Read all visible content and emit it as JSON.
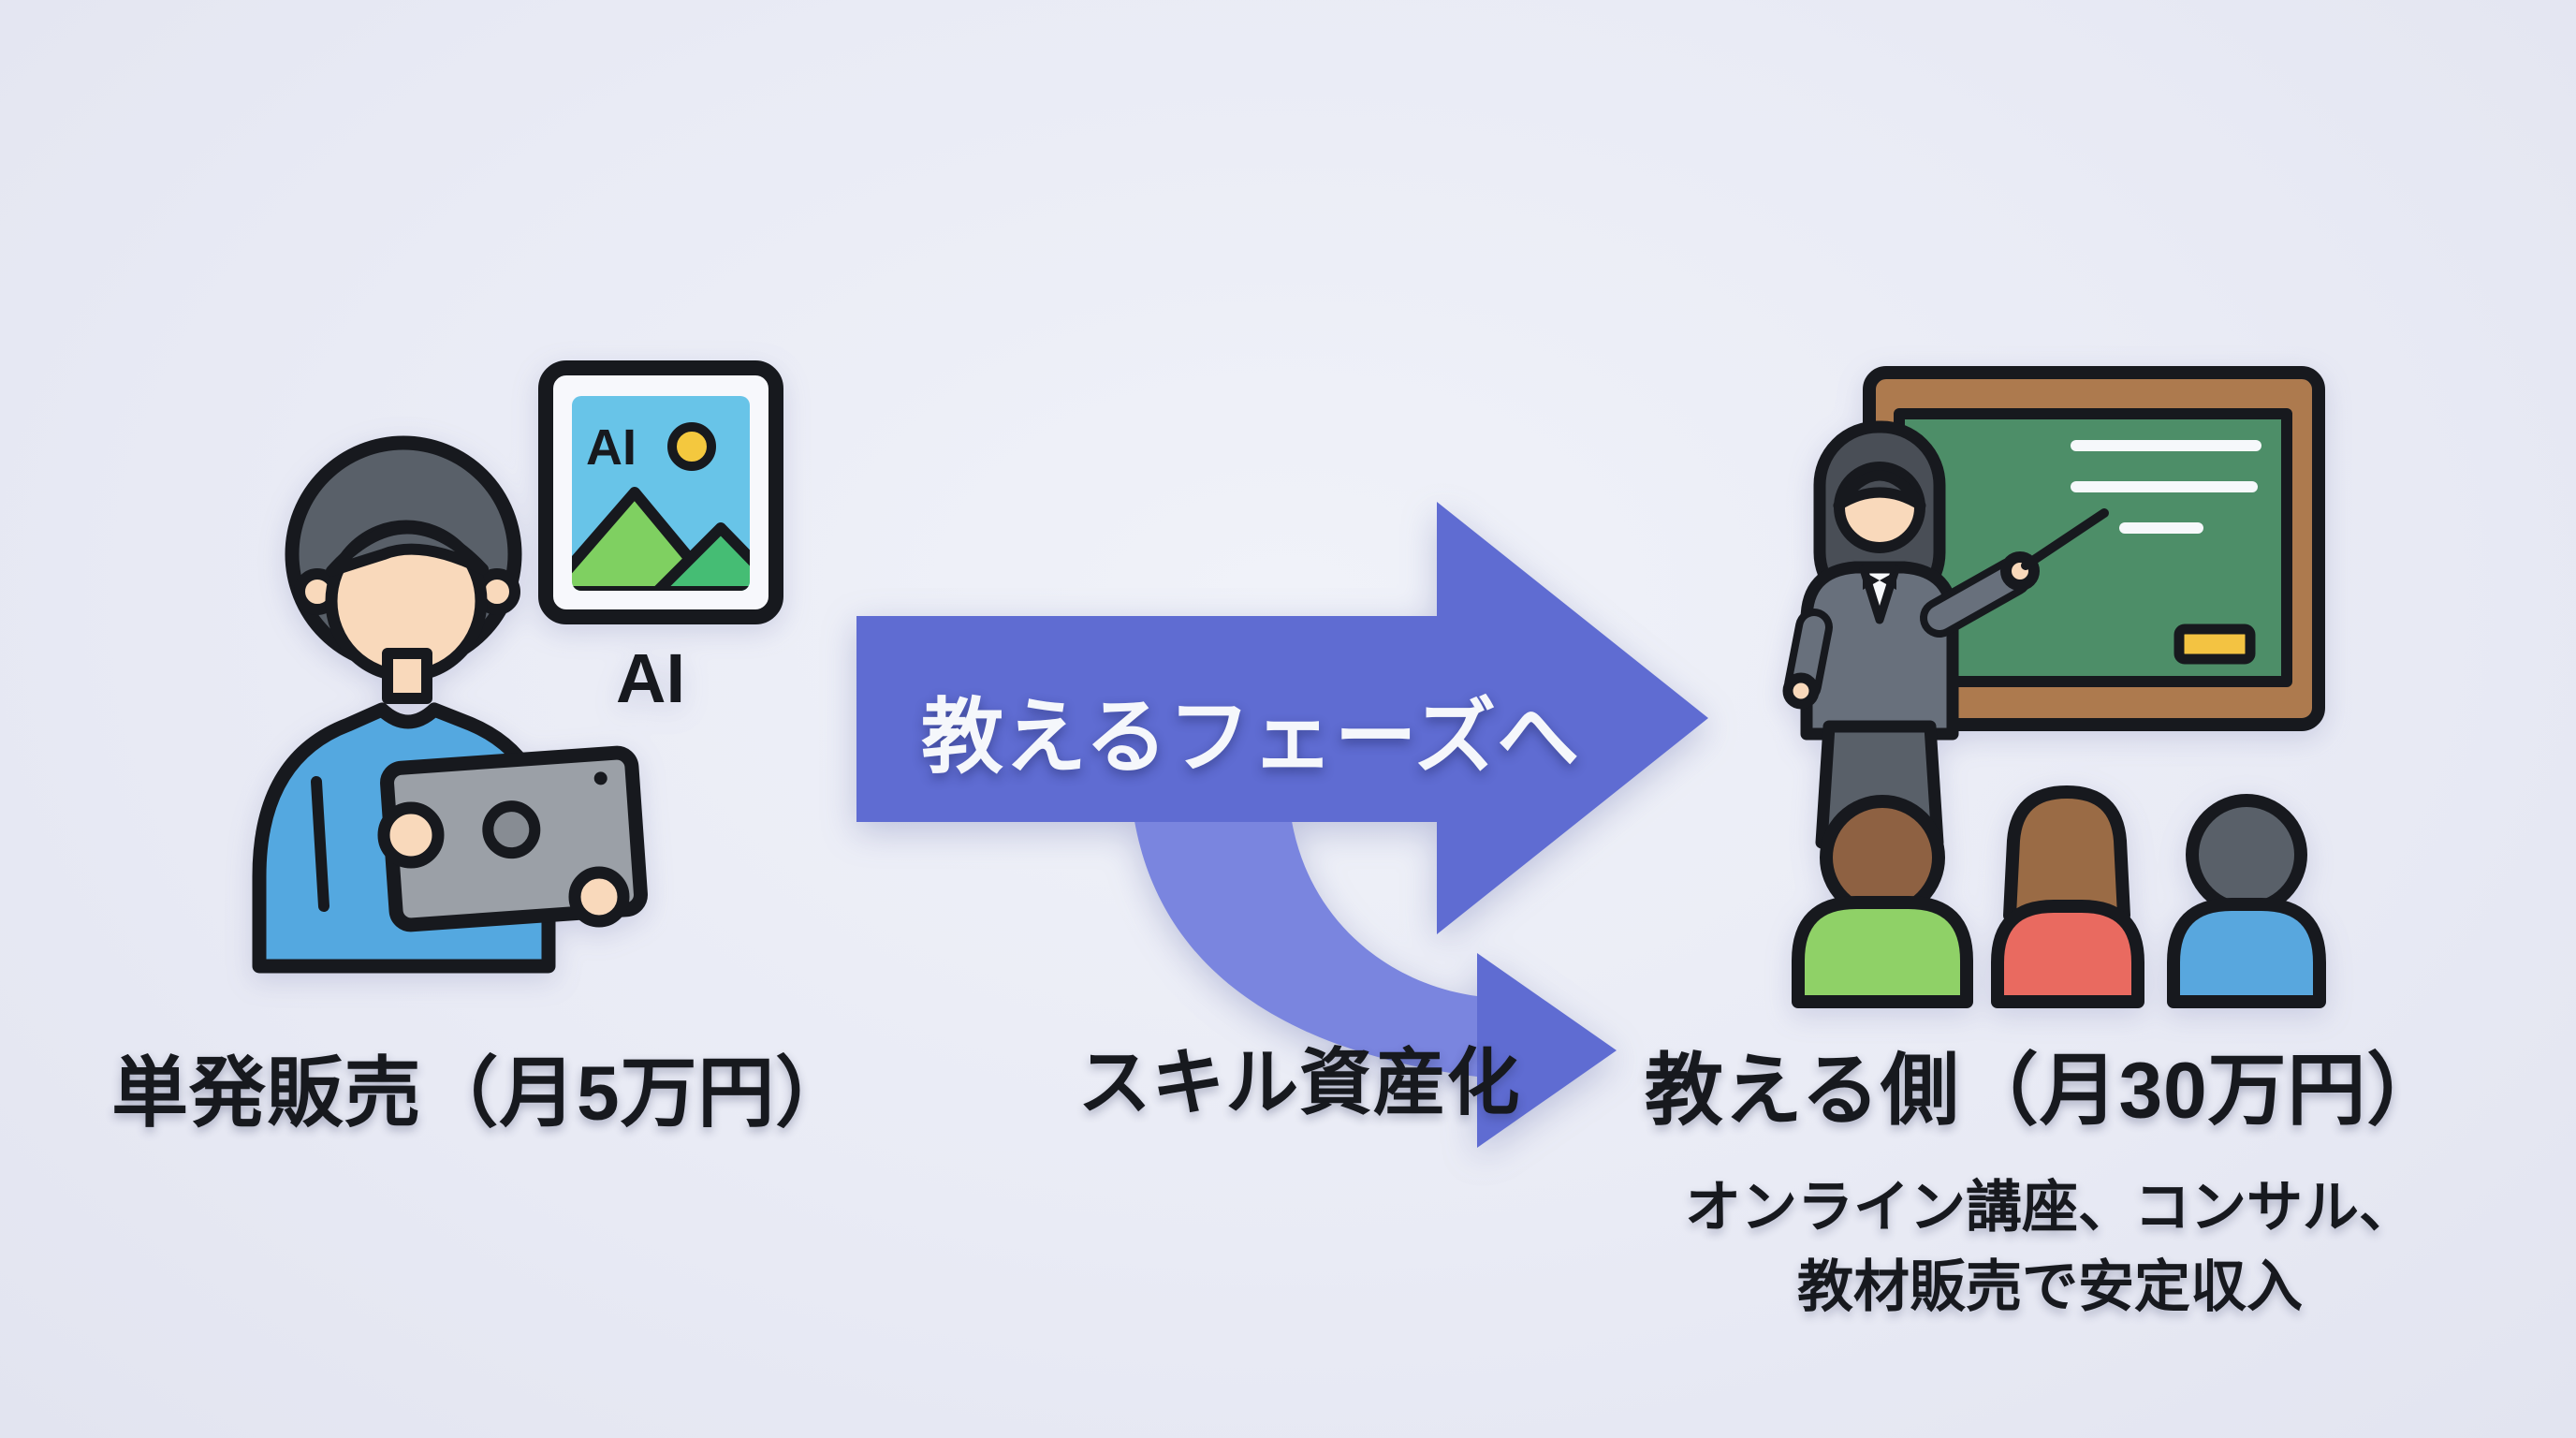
{
  "canvas": {
    "background": "#E9EBF5"
  },
  "palette": {
    "arrow": "#5F6CD2",
    "ribbon": "#7A85DF",
    "ink": "#17191E",
    "label_white": "#F5F7FB",
    "shirt_blue": "#54A8E0",
    "board_green": "#4D8E68",
    "frame_brown": "#AD7A4E",
    "eraser_yellow": "#F3C342",
    "student_green": "#8FD167",
    "student_red": "#E96A60",
    "student_blue": "#58A7DE"
  },
  "left_figure": {
    "caption": "単発販売（月5万円）",
    "card_label": "AI",
    "ai_caption": "AI"
  },
  "main_arrow": {
    "label": "教えるフェーズへ"
  },
  "branch": {
    "label": "スキル資産化"
  },
  "right_figure": {
    "caption": "教える側（月30万円）",
    "note_line1": "オンライン講座、コンサル、",
    "note_line2": "教材販売で安定収入"
  }
}
